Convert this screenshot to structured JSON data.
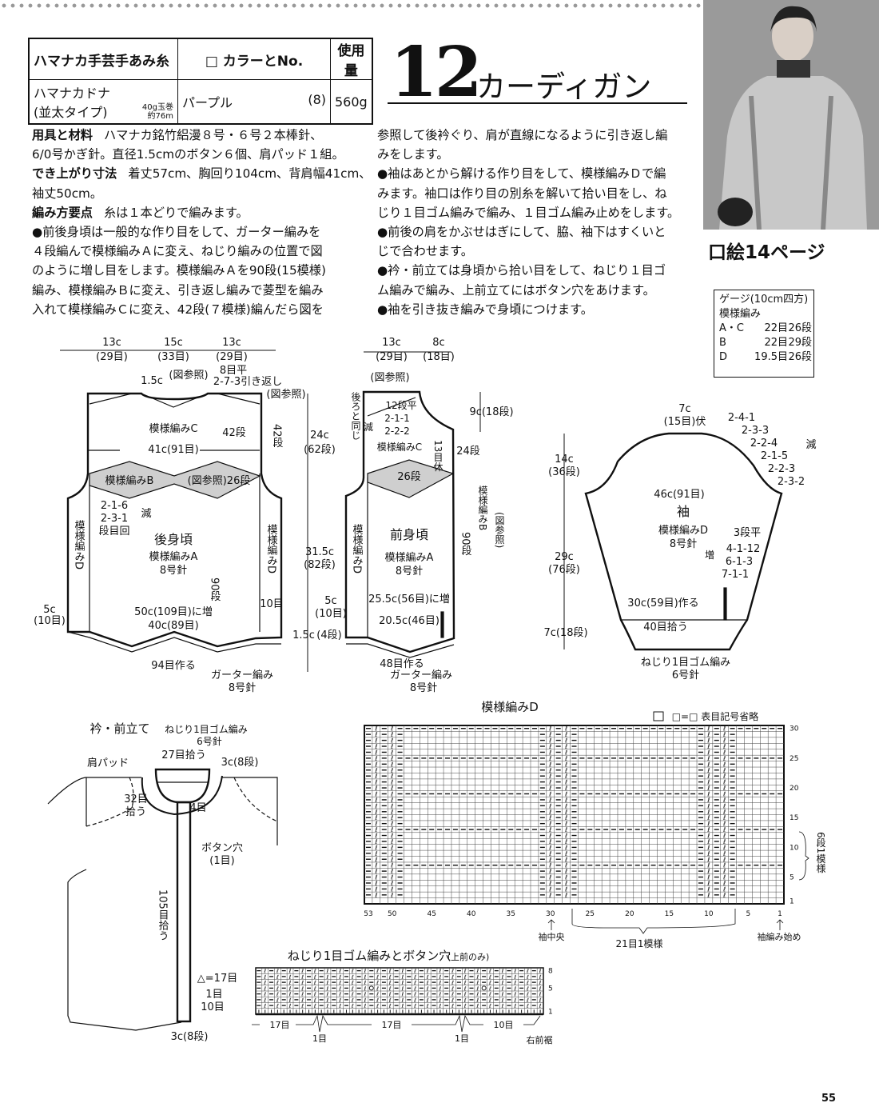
{
  "yarn_table": {
    "headers": [
      "ハマナカ手芸手あみ糸",
      "□ カラーとNo.",
      "使用量"
    ],
    "yarn_name": "ハマナカドナ",
    "yarn_type": "(並太タイプ)",
    "yarn_weight": "40g玉巻",
    "yarn_length": "約76m",
    "color": "パープル",
    "color_no": "(8)",
    "amount": "560g"
  },
  "title": {
    "number": "12",
    "name": "カーディガン"
  },
  "photo_caption": "口絵14ページ",
  "gauge": {
    "title": "ゲージ(10cm四方)",
    "subtitle": "模様編み",
    "rows": [
      {
        "pattern": "A・C",
        "stitches": "22目",
        "rows": "26段"
      },
      {
        "pattern": "B",
        "stitches": "22目",
        "rows": "29段"
      },
      {
        "pattern": "D",
        "stitches": "19.5目",
        "rows": "26段"
      }
    ]
  },
  "instructions": {
    "left": [
      {
        "label": "用具と材料",
        "text": "ハマナカ銘竹絽漫８号・６号２本棒針、"
      },
      {
        "label": "",
        "text": "6/0号かぎ針。直径1.5cmのボタン６個、肩パッド１組。"
      },
      {
        "label": "でき上がり寸法",
        "text": "着丈57cm、胸回り104cm、背肩幅41cm、"
      },
      {
        "label": "",
        "text": "袖丈50cm。"
      },
      {
        "label": "編み方要点",
        "text": "糸は１本どりで編みます。"
      },
      {
        "label": "",
        "text": "●前後身頃は一般的な作り目をして、ガーター編みを"
      },
      {
        "label": "",
        "text": "４段編んで模様編みＡに変え、ねじり編みの位置で図"
      },
      {
        "label": "",
        "text": "のように増し目をします。模様編みＡを90段(15模様)"
      },
      {
        "label": "",
        "text": "編み、模様編みＢに変え、引き返し編みで菱型を編み"
      },
      {
        "label": "",
        "text": "入れて模様編みＣに変え、42段(７模様)編んだら図を"
      }
    ],
    "right": [
      "参照して後衿ぐり、肩が直線になるように引き返し編",
      "みをします。",
      "●袖はあとから解ける作り目をして、模様編みＤで編",
      "みます。袖口は作り目の別糸を解いて拾い目をし、ね",
      "じり１目ゴム編みで編み、１目ゴム編み止めをします。",
      "●前後の肩をかぶせはぎにして、脇、袖下はすくいと",
      "じで合わせます。",
      "●衿・前立ては身頃から拾い目をして、ねじり１目ゴ",
      "ム編みで編み、上前立てにはボタン穴をあけます。",
      "●袖を引き抜き編みで身頃につけます。"
    ]
  },
  "back_body": {
    "top_dims": [
      "13c",
      "(29目)",
      "15c",
      "(33目)",
      "13c",
      "(29目)"
    ],
    "neck_depth": "1.5c",
    "see_fig": "(図参照)",
    "shoulder_flat": "8目平",
    "short_rows": "2-7-3引き返し",
    "see_fig2": "(図参照)",
    "pattern_c": "模様編みC",
    "rows_42": "42段",
    "rows_42b": "42段",
    "width": "41c(91目)",
    "pattern_b": "模様編みB",
    "pattern_b_ref": "(図参照)26段",
    "dec1": "2-1-6",
    "dec2": "2-3-1",
    "dec_label": "減",
    "dec_header": "段目回",
    "name": "後身頃",
    "pattern_a": "模様編みA",
    "needle": "8号針",
    "rows_90": "90段",
    "side_left": "模様編みD",
    "side_right": "模様編みD",
    "inc_width": "50c(109目)に増",
    "base_width": "40c(89目)",
    "side_sts": "5c",
    "side_sts2": "(10目)",
    "ten_sts": "10目",
    "cast_on": "94目作る",
    "garter": "ガーター編み",
    "garter_needle": "8号針",
    "h1": "24c",
    "h1r": "(62段)",
    "h2": "31.5c",
    "h2r": "(82段)",
    "h3": "1.5c",
    "h3r": "(4段)"
  },
  "front_body": {
    "top_dims": [
      "13c",
      "(29目)",
      "8c",
      "(18目)"
    ],
    "see_fig": "(図参照)",
    "same_as_back": "後ろと同じ",
    "flat": "12段平",
    "dec_label": "減",
    "dec1": "2-1-1",
    "dec2": "2-2-2",
    "hold": "13目休",
    "pattern_c": "模様編みC",
    "rows_24": "24段",
    "rows_26": "26段",
    "neck_h": "9c(18段)",
    "pattern_b": "模様編みB",
    "see_fig2": "(図参照)",
    "name": "前身頃",
    "pattern_a": "模様編みA",
    "needle": "8号針",
    "rows_90": "90段",
    "side": "模様編みD",
    "inc_width": "25.5c(56目)に増",
    "base_width": "20.5c(46目)",
    "side_sts": "5c",
    "side_sts2": "(10目)",
    "cast_on": "48目作る",
    "garter": "ガーター編み",
    "garter_needle": "8号針"
  },
  "sleeve": {
    "top": "7c",
    "top_bind": "(15目)伏",
    "cap_dec": [
      "2-4-1",
      "2-3-3",
      "2-2-4",
      "2-1-5",
      "2-2-3",
      "2-3-2"
    ],
    "dec_label": "減",
    "cap_h": "14c",
    "cap_hr": "(36段)",
    "width": "46c(91目)",
    "name": "袖",
    "pattern": "模様編みD",
    "needle": "8号針",
    "flat": "3段平",
    "inc_label": "増",
    "inc": [
      "4-1-12",
      "6-1-3",
      "7-1-1"
    ],
    "body_h": "29c",
    "body_hr": "(76段)",
    "cast_on": "30c(59目)作る",
    "pick_up": "40目拾う",
    "cuff_h": "7c(18段)",
    "cuff": "ねじり1目ゴム編み",
    "cuff_needle": "6号針"
  },
  "collar": {
    "title": "衿・前立て",
    "rib": "ねじり1目ゴム編み",
    "needle": "6号針",
    "shoulder_pad": "肩パッド",
    "pick_27": "27目拾う",
    "height": "3c(8段)",
    "pick_32": "32目",
    "pick_32b": "拾う",
    "four": "4目",
    "buttonhole": "ボタン穴",
    "buttonhole_sts": "(1目)",
    "pick_105": "105目拾う",
    "triangle": "△=17目",
    "one": "1目",
    "ten": "10目",
    "bottom": "3c(8段)"
  },
  "chart_d": {
    "title": "模様編みD",
    "legend": "□=□ 表目記号省略",
    "columns": 53,
    "rows": 30,
    "twist_columns": [
      52,
      50,
      30,
      28,
      10,
      8
    ],
    "purl_columns": [
      53,
      51,
      49,
      31,
      29,
      27,
      11,
      9,
      7
    ],
    "purl_rows": [
      7,
      13,
      19,
      25,
      30
    ],
    "row_labels": [
      "30",
      "25",
      "20",
      "15",
      "10",
      "5",
      "1"
    ],
    "col_labels": [
      "53",
      "50",
      "45",
      "40",
      "35",
      "30",
      "25",
      "20",
      "15",
      "10",
      "5",
      "1"
    ],
    "repeat_rows": "6段1模様",
    "sleeve_center": "袖中央",
    "repeat_sts": "21目1模様",
    "sleeve_start": "袖編み始め"
  },
  "rib_chart": {
    "title": "ねじり1目ゴム編みとボタン穴",
    "title_note": "(上前のみ)",
    "columns": 46,
    "rows": 8,
    "buttonhole_columns": [
      28,
      10
    ],
    "buttonhole_row": 5,
    "row_labels": [
      "8",
      "5",
      "1"
    ],
    "bottom_labels": [
      "17目",
      "17目",
      "10目"
    ],
    "one_labels": [
      "1目",
      "1目"
    ],
    "front_hem": "右前裾"
  },
  "page_number": "55"
}
